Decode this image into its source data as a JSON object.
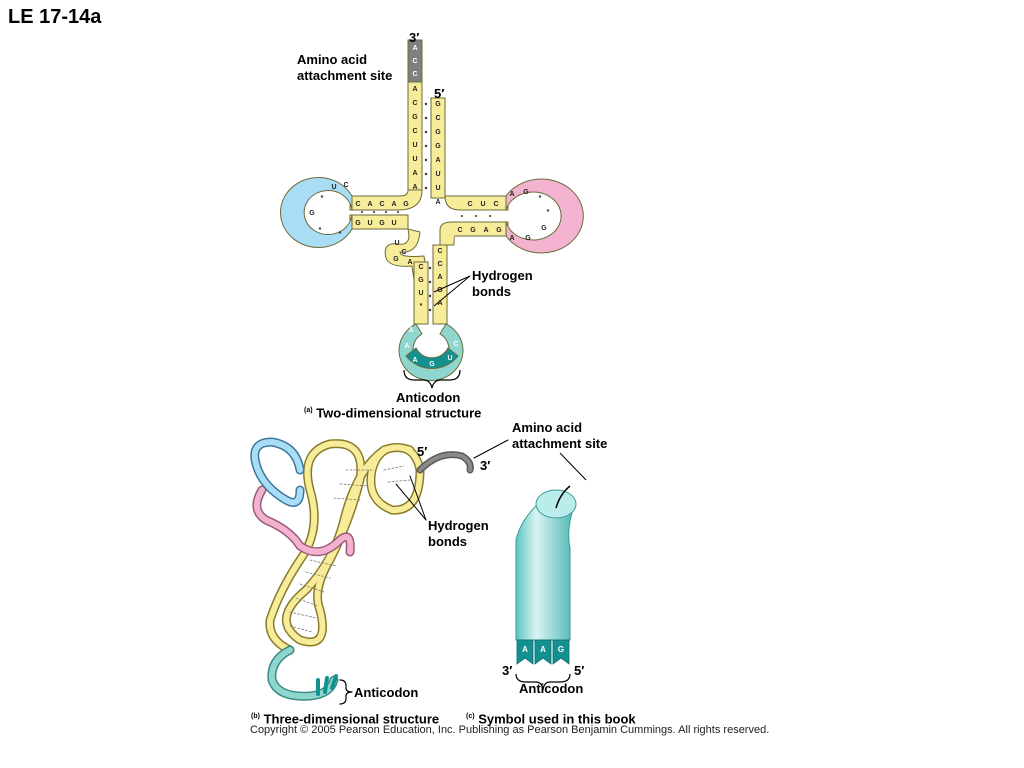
{
  "slide_title": "LE 17-14a",
  "part_a": {
    "marker": "(a)",
    "caption": "Two-dimensional structure",
    "label_3prime": "3′",
    "label_5prime": "5′",
    "amino_acid_site": "Amino acid\nattachment site",
    "hydrogen_bonds": "Hydrogen\nbonds",
    "anticodon": "Anticodon",
    "acceptor_tail": [
      "A",
      "C",
      "C"
    ],
    "acceptor_left": [
      "A",
      "C",
      "G",
      "C",
      "U",
      "U",
      "A",
      "A"
    ],
    "acceptor_right": [
      "G",
      "C",
      "G",
      "G",
      "A",
      "U",
      "U",
      "A"
    ],
    "d_stem_top": [
      "C",
      "A",
      "C",
      "A",
      "G"
    ],
    "d_stem_bottom": [
      "G",
      "U",
      "G",
      "U"
    ],
    "d_loop": [
      "U",
      "C",
      "*",
      "G",
      "*",
      "*"
    ],
    "t_stem_top": [
      "C",
      "U",
      "C"
    ],
    "t_stem_bottom": [
      "C",
      "G",
      "A",
      "G"
    ],
    "t_loop": [
      "A",
      "G",
      "*",
      "*",
      "G",
      "G",
      "A"
    ],
    "variable_region": [
      "U",
      "C",
      "G",
      "A"
    ],
    "anticodon_stem_left": [
      "C",
      "G",
      "U",
      "*"
    ],
    "anticodon_stem_right": [
      "C",
      "C",
      "A",
      "G",
      "A"
    ],
    "anticodon_loop": [
      "A",
      "A",
      "A",
      "G",
      "U",
      "C"
    ],
    "anticodon_bases": [
      "A",
      "A",
      "G"
    ]
  },
  "part_b": {
    "marker": "(b)",
    "caption": "Three-dimensional structure",
    "label_5prime": "5′",
    "label_3prime": "3′",
    "hydrogen_bonds": "Hydrogen\nbonds",
    "anticodon": "Anticodon"
  },
  "part_c": {
    "marker": "(c)",
    "caption": "Symbol used in this book",
    "amino_acid_site": "Amino acid\nattachment site",
    "label_3prime": "3′",
    "label_5prime": "5′",
    "anticodon": "Anticodon",
    "anticodon_bases": [
      "A",
      "A",
      "G"
    ]
  },
  "copyright": "Copyright © 2005 Pearson Education, Inc. Publishing as Pearson Benjamin Cummings. All rights reserved.",
  "colors": {
    "stem": "#f7ec9a",
    "d_loop": "#a9dcf5",
    "t_loop": "#f3b2cf",
    "anticodon_loop": "#8fd6cf",
    "anticodon_dark": "#139090",
    "acceptor_tail": "#808080",
    "symbol_body": "#a3e2df"
  }
}
